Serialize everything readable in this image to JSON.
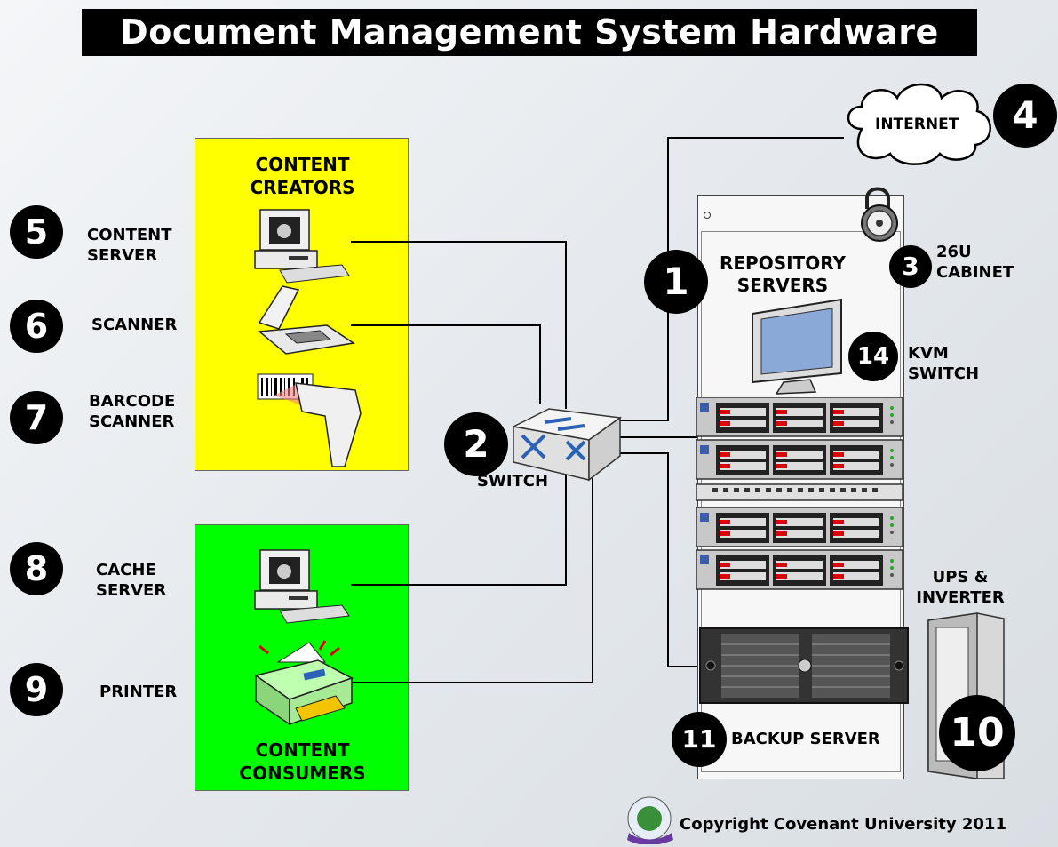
{
  "title": "Document Management System Hardware",
  "badges": {
    "b1": "1",
    "b2": "2",
    "b3": "3",
    "b4": "4",
    "b5": "5",
    "b6": "6",
    "b7": "7",
    "b8": "8",
    "b9": "9",
    "b10": "10",
    "b11": "11",
    "b14": "14"
  },
  "labels": {
    "content_server": "CONTENT\nSERVER",
    "scanner": "SCANNER",
    "barcode_scanner": "BARCODE\nSCANNER",
    "cache_server": "CACHE\nSERVER",
    "printer": "PRINTER",
    "switch": "SWITCH",
    "repository_servers": "REPOSITORY\nSERVERS",
    "cabinet": "26U\nCABINET",
    "kvm_switch": "KVM\nSWITCH",
    "internet": "INTERNET",
    "ups": "UPS &\nINVERTER",
    "backup_server": "BACKUP SERVER"
  },
  "panels": {
    "creators_title": "CONTENT\nCREATORS",
    "consumers_title": "CONTENT\nCONSUMERS",
    "creators_color": "#ffff00",
    "consumers_color": "#00ff00"
  },
  "copyright": "Copyright Covenant University 2011"
}
